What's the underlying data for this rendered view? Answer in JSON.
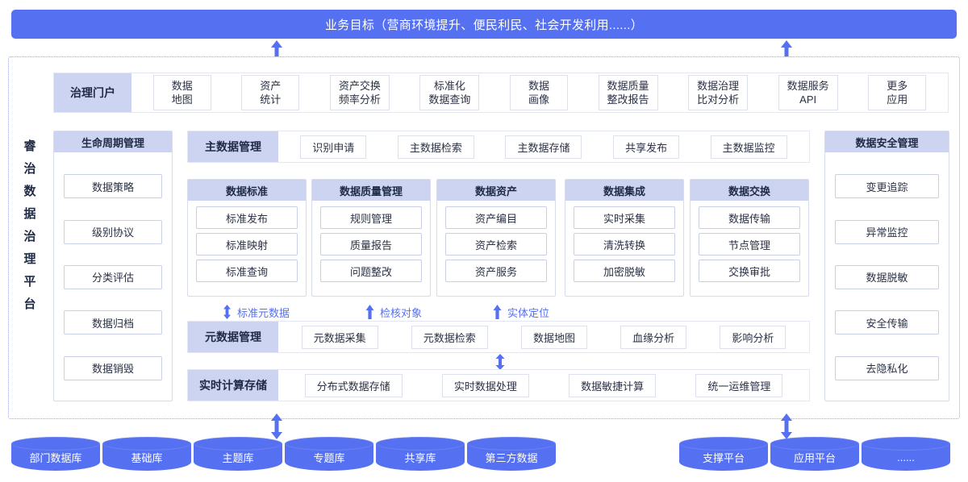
{
  "goal_bar": {
    "text": "业务目标（营商环境提升、便民利民、社会开发利用......）"
  },
  "platform": {
    "vertical_title": "睿治数据治理平台"
  },
  "portal": {
    "label": "治理门户",
    "items": [
      {
        "text": "数据\n地图"
      },
      {
        "text": "资产\n统计"
      },
      {
        "text": "资产交换\n频率分析"
      },
      {
        "text": "标准化\n数据查询"
      },
      {
        "text": "数据\n画像"
      },
      {
        "text": "数据质量\n整改报告"
      },
      {
        "text": "数据治理\n比对分析"
      },
      {
        "text": "数据服务\nAPI"
      },
      {
        "text": "更多\n应用"
      }
    ]
  },
  "lifecycle": {
    "title": "生命周期管理",
    "items": [
      "数据策略",
      "级别协议",
      "分类评估",
      "数据归档",
      "数据销毁"
    ]
  },
  "security": {
    "title": "数据安全管理",
    "items": [
      "变更追踪",
      "异常监控",
      "数据脱敏",
      "安全传输",
      "去隐私化"
    ]
  },
  "masterdata": {
    "label": "主数据管理",
    "items": [
      "识别申请",
      "主数据检索",
      "主数据存储",
      "共享发布",
      "主数据监控"
    ]
  },
  "columns": [
    {
      "title": "数据标准",
      "items": [
        "标准发布",
        "标准映射",
        "标准查询"
      ]
    },
    {
      "title": "数据质量管理",
      "items": [
        "规则管理",
        "质量报告",
        "问题整改"
      ]
    },
    {
      "title": "数据资产",
      "items": [
        "资产编目",
        "资产检索",
        "资产服务"
      ]
    },
    {
      "title": "数据集成",
      "items": [
        "实时采集",
        "清洗转换",
        "加密脱敏"
      ]
    },
    {
      "title": "数据交换",
      "items": [
        "数据传输",
        "节点管理",
        "交换审批"
      ]
    }
  ],
  "flows": [
    {
      "label": "标准元数据",
      "arrow": "double"
    },
    {
      "label": "检核对象",
      "arrow": "up"
    },
    {
      "label": "实体定位",
      "arrow": "up"
    }
  ],
  "metadata": {
    "label": "元数据管理",
    "items": [
      "元数据采集",
      "元数据检索",
      "数据地图",
      "血缘分析",
      "影响分析"
    ]
  },
  "realtime": {
    "label": "实时计算存储",
    "items": [
      "分布式数据存储",
      "实时数据处理",
      "数据敏捷计算",
      "统一运维管理"
    ]
  },
  "sources_left": [
    "部门数据库",
    "基础库",
    "主题库",
    "专题库",
    "共享库",
    "第三方数据"
  ],
  "sources_right": [
    "支撑平台",
    "应用平台",
    "......"
  ],
  "colors": {
    "accent": "#5570F1",
    "head_fill": "#ccd4f2",
    "chip_border": "#c8cfe6",
    "frame_border": "#9aa7d8"
  }
}
